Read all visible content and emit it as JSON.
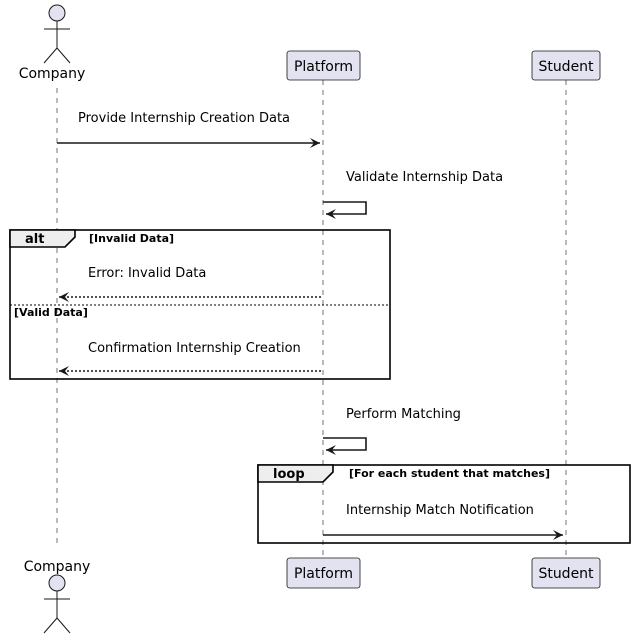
{
  "participants": {
    "company": "Company",
    "platform": "Platform",
    "student": "Student"
  },
  "messages": {
    "provide": "Provide Internship Creation Data",
    "validate": "Validate Internship Data",
    "error": "Error: Invalid Data",
    "confirm": "Confirmation Internship Creation",
    "matching": "Perform Matching",
    "notify": "Internship Match Notification"
  },
  "fragments": {
    "alt": {
      "keyword": "alt",
      "guard1": "[Invalid Data]",
      "guard2": "[Valid Data]"
    },
    "loop": {
      "keyword": "loop",
      "guard": "[For each student that matches]"
    }
  },
  "colors": {
    "participant_fill": "#E2E2F0",
    "participant_border": "#181818",
    "lifeline": "#181818",
    "fragment_header": "#EEEEEE"
  }
}
